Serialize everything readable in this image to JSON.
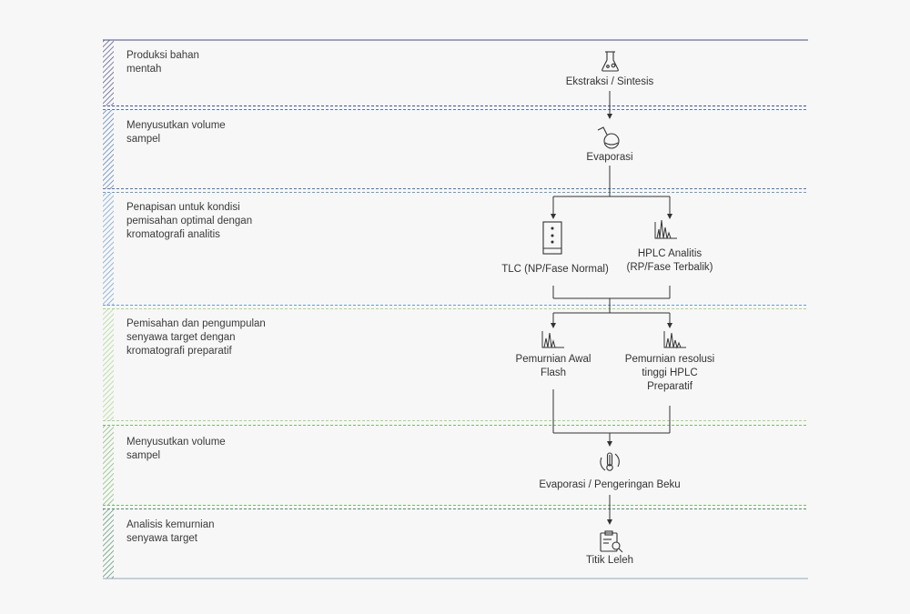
{
  "colors": {
    "band_1": "#4a4e8a",
    "band_2": "#4a77b8",
    "band_3": "#6a9bd0",
    "band_4": "#9ccf7e",
    "band_5": "#7bb86a",
    "band_6": "#4f8f6a",
    "line": "#333333"
  },
  "stages": [
    {
      "label": "Produksi bahan mentah"
    },
    {
      "label": "Menyusutkan volume sampel"
    },
    {
      "label": "Penapisan untuk kondisi pemisahan optimal dengan kromatografi analitis"
    },
    {
      "label": "Pemisahan dan pengumpulan senyawa target dengan kromatografi preparatif"
    },
    {
      "label": "Menyusutkan volume sampel"
    },
    {
      "label": "Analisis kemurnian senyawa target"
    }
  ],
  "nodes": {
    "extraction": {
      "label": "Ekstraksi / Sintesis",
      "icon": "flask-icon"
    },
    "evaporation": {
      "label": "Evaporasi",
      "icon": "round-flask-icon"
    },
    "tlc": {
      "label": "TLC (NP/Fase Normal)",
      "icon": "tlc-plate-icon"
    },
    "hplc_analytic": {
      "label": "HPLC Analitis (RP/Fase Terbalik)",
      "icon": "chromatogram-icon"
    },
    "flash": {
      "label": "Pemurnian Awal Flash",
      "icon": "chromatogram-icon"
    },
    "hplc_prep": {
      "label": "Pemurnian resolusi tinggi HPLC Preparatif",
      "icon": "chromatogram-icon"
    },
    "freeze_dry": {
      "label": "Evaporasi / Pengeringan Beku",
      "icon": "thermometer-cycle-icon"
    },
    "melting_point": {
      "label": "Titik Leleh",
      "icon": "clipboard-search-icon"
    }
  }
}
